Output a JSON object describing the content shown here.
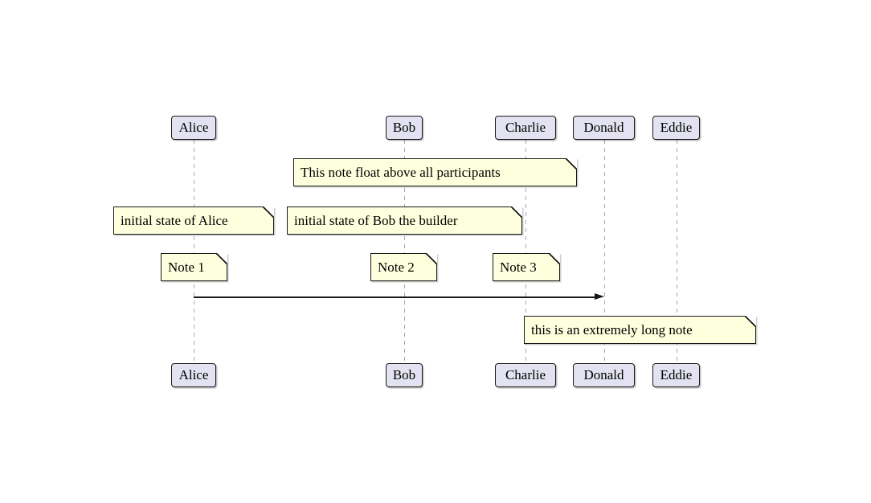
{
  "diagram": {
    "type": "sequence-diagram",
    "background_color": "#ffffff",
    "colors": {
      "participant_fill": "#E2E2F0",
      "participant_border": "#181818",
      "note_fill": "#FEFFDD",
      "note_border": "#181818",
      "lifeline": "#A8A8A8",
      "arrow": "#181818",
      "text": "#000000"
    },
    "participants": [
      {
        "label": "Alice"
      },
      {
        "label": "Bob"
      },
      {
        "label": "Charlie"
      },
      {
        "label": "Donald"
      },
      {
        "label": "Eddie"
      }
    ],
    "notes": [
      {
        "text": "This note float above all participants"
      },
      {
        "text": "initial state of Alice"
      },
      {
        "text": "initial state of Bob the builder"
      },
      {
        "text": "Note 1"
      },
      {
        "text": "Note 2"
      },
      {
        "text": "Note 3"
      },
      {
        "text": "this is an extremely long note"
      }
    ],
    "messages": [
      {
        "from": "Alice",
        "to": "Donald",
        "label": ""
      }
    ]
  }
}
